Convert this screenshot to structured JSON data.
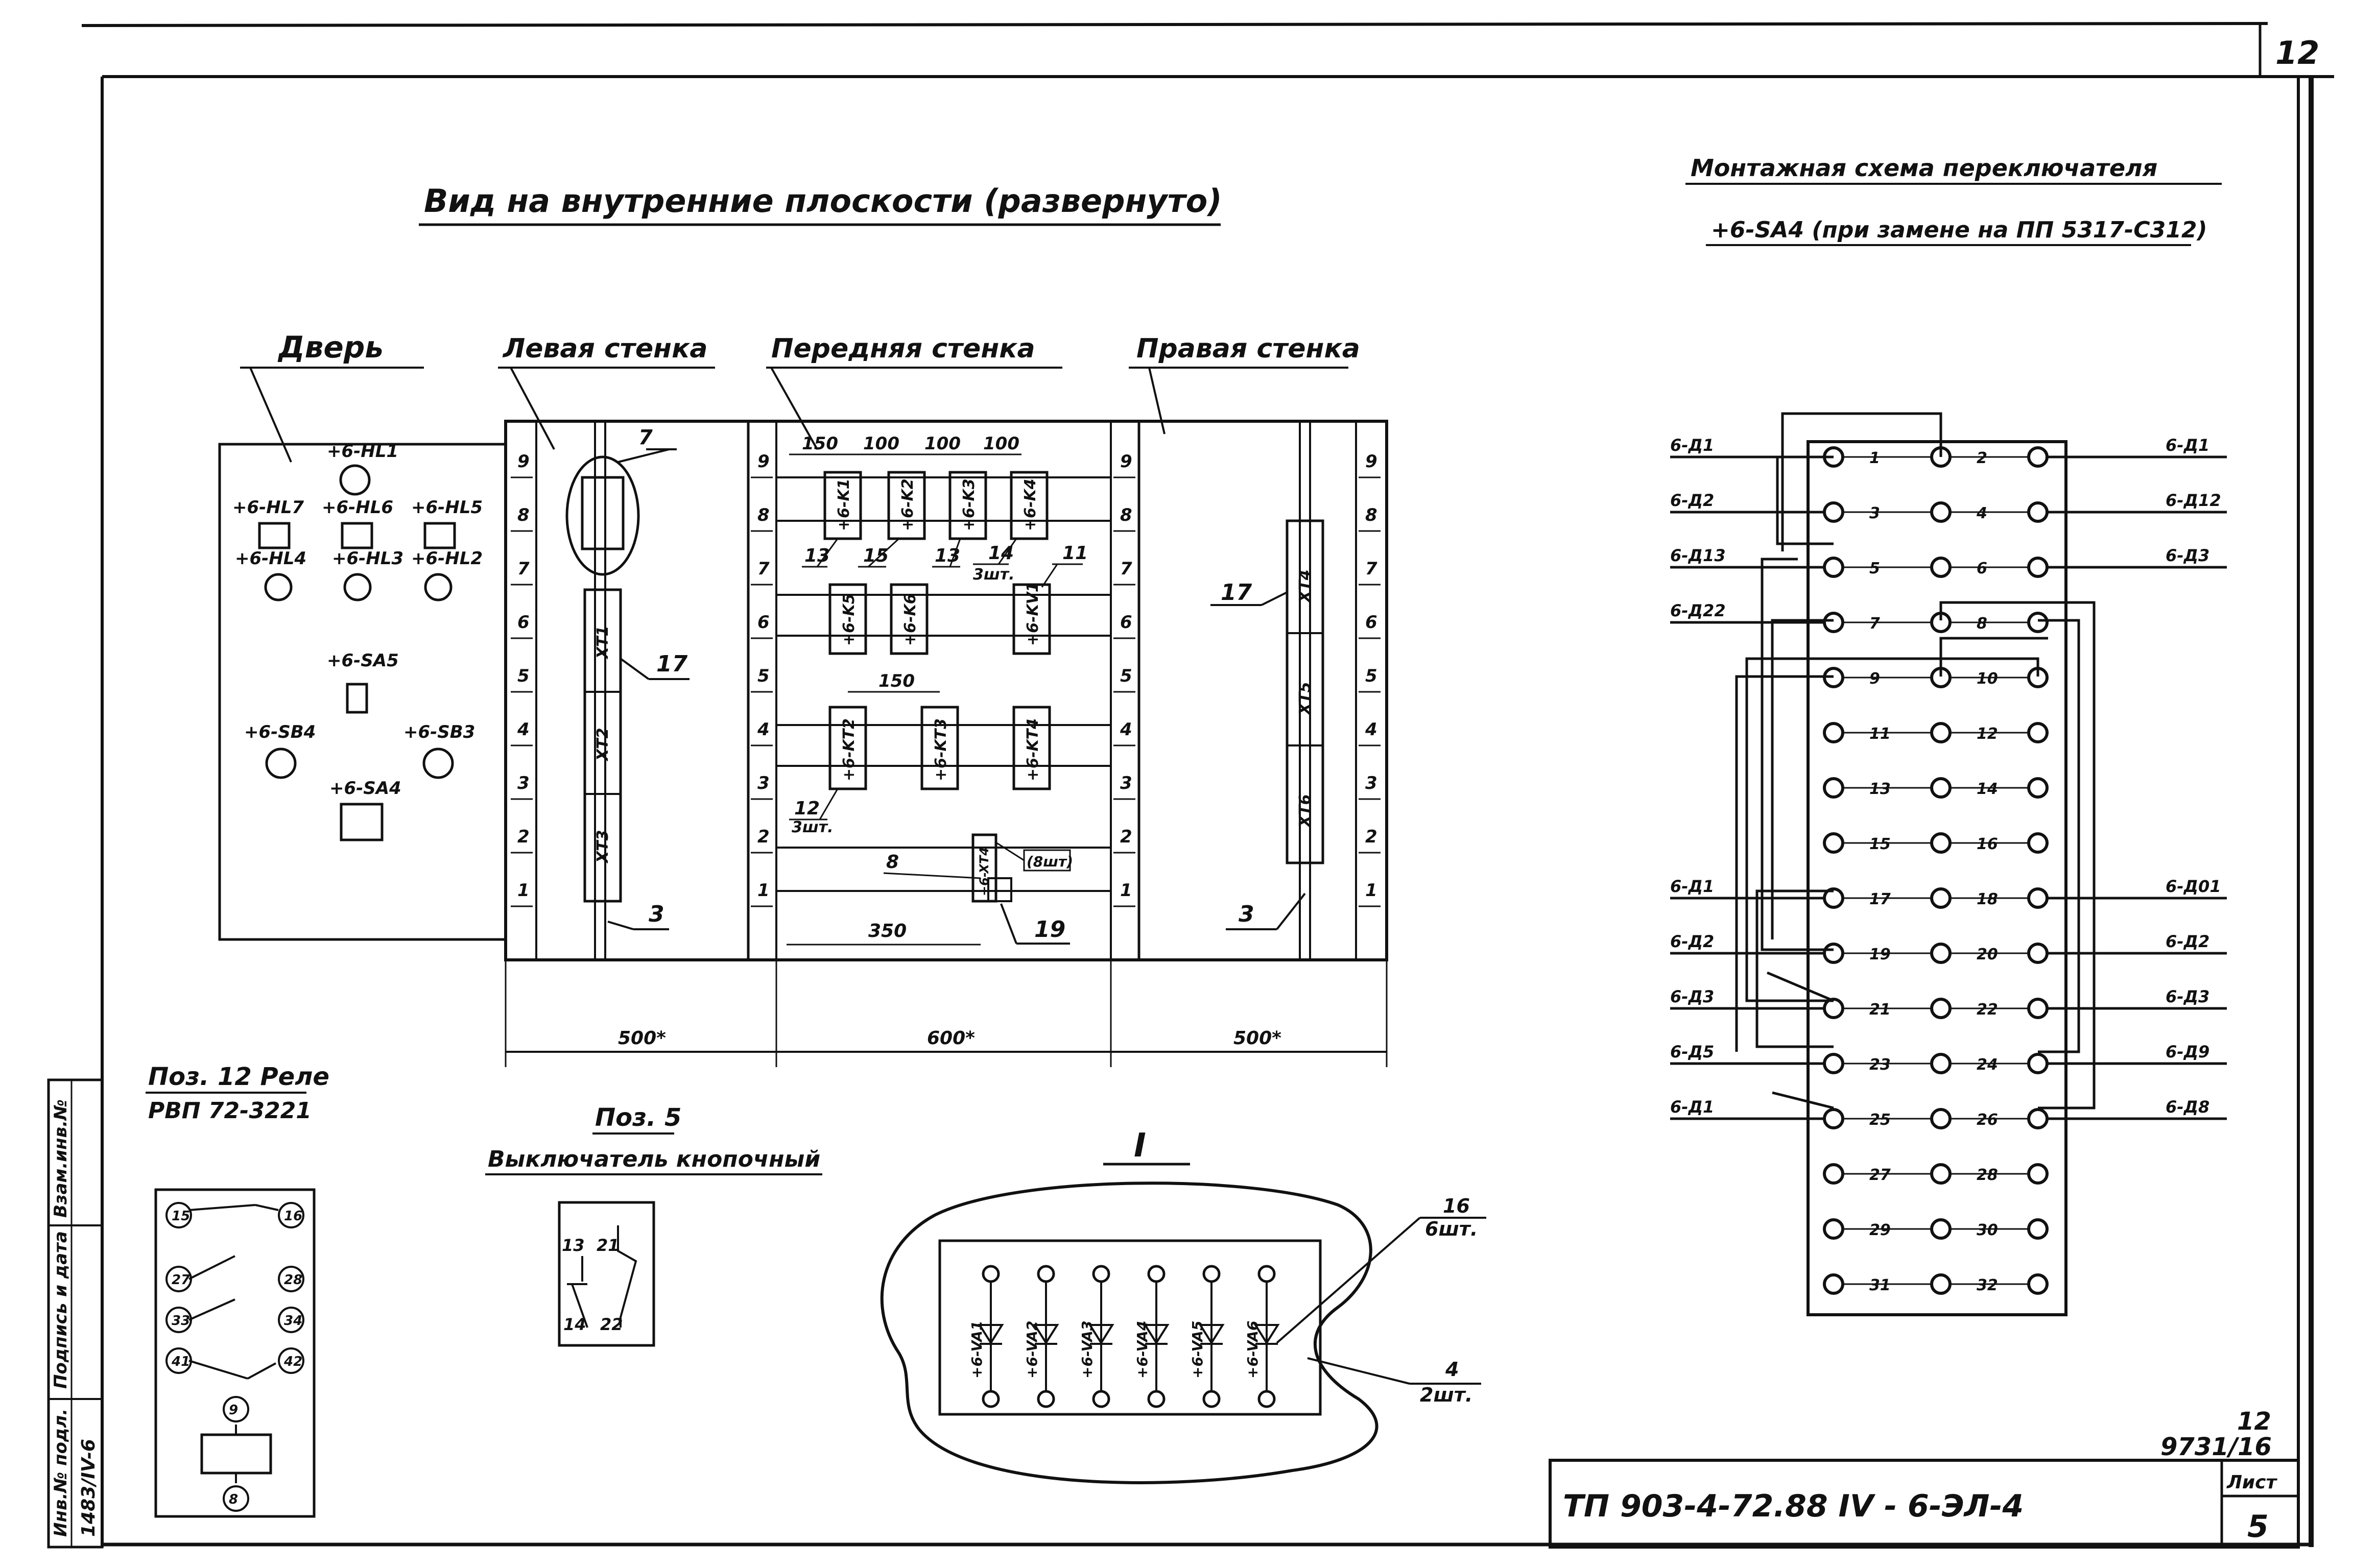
{
  "sheet": {
    "corner_number": "12",
    "doc_code": "ТП 903-4-72.88 IV - 6-ЭЛ-4",
    "inventory": "9731/16",
    "inventory_top": "12",
    "sheet_label": "Лист",
    "sheet_number": "5"
  },
  "side_stamp": {
    "col1": "Инв.№ подл.",
    "col1_value": "1483/IV-6",
    "col2": "Подпись и дата",
    "col3": "Взам.инв.№"
  },
  "main_view": {
    "title": "Вид на внутренние плоскости (развернуто)",
    "door_label": "Дверь",
    "left_wall_label": "Левая стенка",
    "front_wall_label": "Передняя стенка",
    "right_wall_label": "Правая стенка",
    "scale_ticks": [
      "1",
      "2",
      "3",
      "4",
      "5",
      "6",
      "7",
      "8",
      "9"
    ],
    "door_devices": {
      "hl1": "+6-HL1",
      "hl7": "+6-HL7",
      "hl6": "+6-HL6",
      "hl5": "+6-HL5",
      "hl4": "+6-HL4",
      "hl3": "+6-HL3",
      "hl2": "+6-HL2",
      "sa5": "+6-SA5",
      "sb4": "+6-SB4",
      "sb3": "+6-SB3",
      "sa4": "+6-SA4"
    },
    "left_wall": {
      "item7": "7",
      "xt1": "XT1",
      "xt2": "XT2",
      "xt3": "XT3",
      "callout17": "17",
      "callout3": "3"
    },
    "front_wall": {
      "dims_top": [
        "150",
        "100",
        "100",
        "100"
      ],
      "relays_row1": [
        "+6-K1",
        "+6-K2",
        "+6-K3",
        "+6-K4"
      ],
      "relays_row2": [
        "+6-K5",
        "+6-K6",
        "+6-KV1"
      ],
      "relays_row3": [
        "+6-KT2",
        "+6-KT3",
        "+6-KT4"
      ],
      "dim150": "150",
      "dim350": "350",
      "xt_small": "+6-XT4",
      "callouts": {
        "c13a": "13",
        "c15": "15",
        "c13b": "13",
        "c14": "14",
        "c14q": "3шт.",
        "c11": "11",
        "c12": "12",
        "c12q": "3шт.",
        "c8": "8",
        "c8q": "(8шт)",
        "c19": "19"
      }
    },
    "right_wall": {
      "xt4": "XT4",
      "xt5": "XT5",
      "xt6": "XT6",
      "callout17": "17",
      "callout3": "3"
    },
    "bottom_dims": [
      "500*",
      "600*",
      "500*"
    ]
  },
  "wiring": {
    "title": "Монтажная схема переключателя",
    "subtitle": "+6-SA4 (при замене на ПП 5317-С312)",
    "rows": [
      {
        "l": "1",
        "r": "2",
        "left": "6-Д1",
        "right": "6-Д1"
      },
      {
        "l": "3",
        "r": "4",
        "left": "6-Д2",
        "right": "6-Д12"
      },
      {
        "l": "5",
        "r": "6",
        "left": "6-Д13",
        "right": "6-Д3"
      },
      {
        "l": "7",
        "r": "8",
        "left": "6-Д22",
        "right": ""
      },
      {
        "l": "9",
        "r": "10",
        "left": "",
        "right": ""
      },
      {
        "l": "11",
        "r": "12",
        "left": "",
        "right": ""
      },
      {
        "l": "13",
        "r": "14",
        "left": "",
        "right": ""
      },
      {
        "l": "15",
        "r": "16",
        "left": "",
        "right": ""
      },
      {
        "l": "17",
        "r": "18",
        "left": "6-Д1",
        "right": "6-Д01"
      },
      {
        "l": "19",
        "r": "20",
        "left": "6-Д2",
        "right": "6-Д2"
      },
      {
        "l": "21",
        "r": "22",
        "left": "6-Д3",
        "right": "6-Д3"
      },
      {
        "l": "23",
        "r": "24",
        "left": "6-Д5",
        "right": "6-Д9"
      },
      {
        "l": "25",
        "r": "26",
        "left": "6-Д1",
        "right": "6-Д8"
      },
      {
        "l": "27",
        "r": "28",
        "left": "",
        "right": ""
      },
      {
        "l": "29",
        "r": "30",
        "left": "",
        "right": ""
      },
      {
        "l": "31",
        "r": "32",
        "left": "",
        "right": ""
      }
    ]
  },
  "pos12": {
    "title": "Поз. 12 Реле",
    "subtitle": "РВП 72-3221",
    "pins": [
      "15",
      "16",
      "27",
      "28",
      "33",
      "34",
      "41",
      "42",
      "9",
      "8"
    ]
  },
  "pos5": {
    "title": "Поз. 5",
    "subtitle": "Выключатель кнопочный",
    "pins": [
      "13",
      "21",
      "14",
      "22"
    ]
  },
  "detail": {
    "label": "I",
    "diodes": [
      "+6-VA1",
      "+6-VA2",
      "+6-VA3",
      "+6-VA4",
      "+6-VA5",
      "+6-VA6"
    ],
    "callout16": "16",
    "callout16q": "6шт.",
    "callout4": "4",
    "callout4q": "2шт."
  }
}
